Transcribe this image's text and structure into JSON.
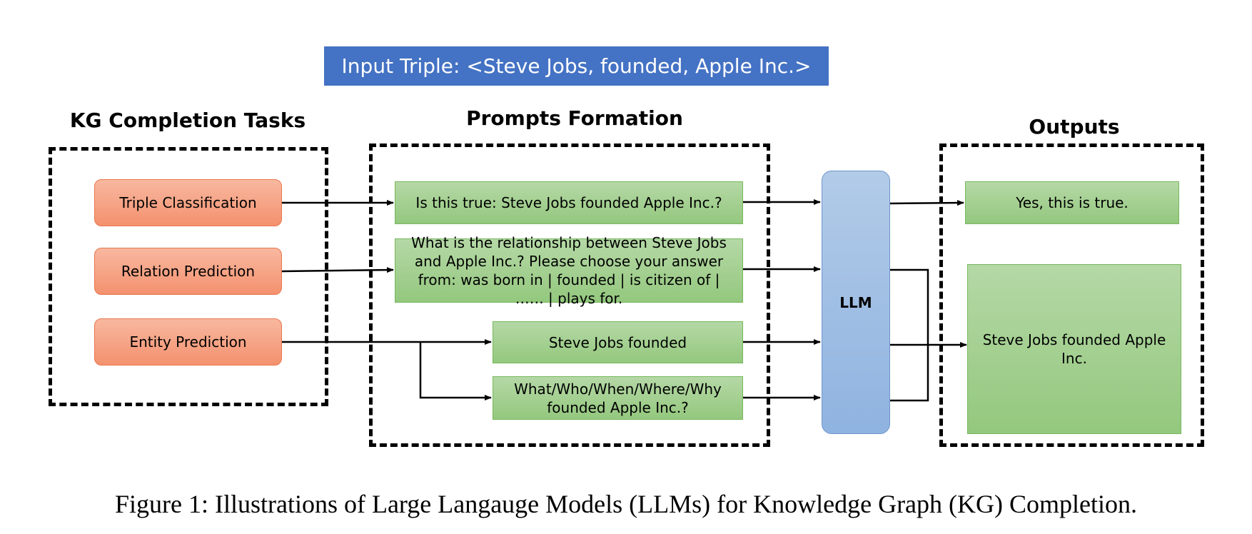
{
  "input_triple": "Input Triple: <Steve Jobs, founded, Apple Inc.>",
  "sections": {
    "tasks_title": "KG Completion Tasks",
    "prompts_title": "Prompts Formation",
    "outputs_title": "Outputs"
  },
  "tasks": [
    {
      "label": "Triple Classification"
    },
    {
      "label": "Relation Prediction"
    },
    {
      "label": "Entity Prediction"
    }
  ],
  "prompts": [
    {
      "text": "Is this true: Steve Jobs founded Apple Inc.?"
    },
    {
      "text": "What is the relationship between Steve Jobs and Apple Inc.? Please choose your answer from: was born in | founded | is citizen of | …… | plays for."
    },
    {
      "text": "Steve Jobs founded"
    },
    {
      "text": "What/Who/When/Where/Why founded Apple Inc.?"
    }
  ],
  "llm_label": "LLM",
  "outputs": [
    {
      "text": "Yes, this is true."
    },
    {
      "text": "Steve Jobs founded Apple Inc."
    }
  ],
  "caption": "Figure 1: Illustrations of Large Langauge Models (LLMs) for Knowledge Graph (KG) Completion.",
  "colors": {
    "banner": "#4472c4",
    "task_fill": "#f4916e",
    "prompt_fill": "#a9d18e",
    "llm_fill": "#9dc3e6"
  }
}
